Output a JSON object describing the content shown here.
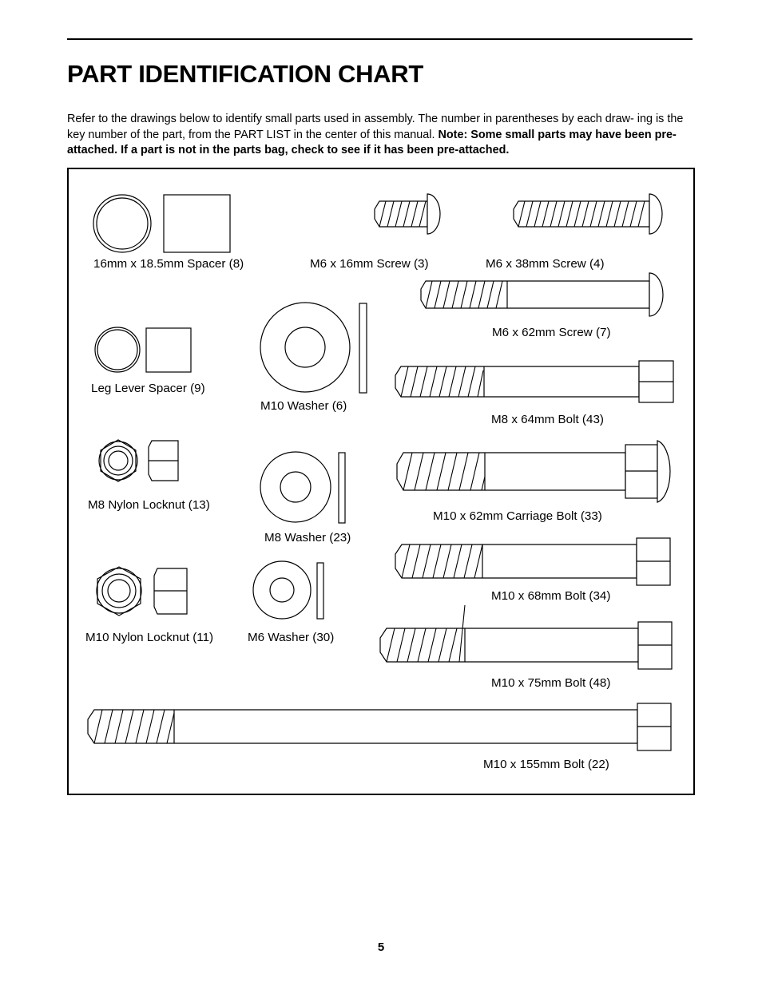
{
  "document": {
    "title": "PART IDENTIFICATION CHART",
    "page_number": "5"
  },
  "intro": {
    "line1": "Refer to the drawings below to identify small parts used in assembly. The number in parentheses by each draw-",
    "line2_plain": "ing is the key number of the part, from the PART LIST in the center of this manual. ",
    "line2_bold": "Note: Some small parts",
    "line3_bold": "may have been pre-attached. If a part is not in the parts bag, check to see if it has been pre-attached."
  },
  "parts": [
    {
      "id": "spacer-16mm-18-5mm",
      "label": "16mm x 18.5mm Spacer (8)",
      "kind": "spacer"
    },
    {
      "id": "screw-m6-16mm",
      "label": "M6 x 16mm Screw (3)",
      "kind": "screw"
    },
    {
      "id": "screw-m6-38mm",
      "label": "M6 x 38mm Screw (4)",
      "kind": "screw"
    },
    {
      "id": "screw-m6-62mm",
      "label": "M6 x 62mm Screw (7)",
      "kind": "screw"
    },
    {
      "id": "spacer-leg-lever",
      "label": "Leg Lever Spacer (9)",
      "kind": "spacer"
    },
    {
      "id": "washer-m10",
      "label": "M10 Washer (6)",
      "kind": "washer"
    },
    {
      "id": "bolt-m8-64mm",
      "label": "M8 x 64mm Bolt (43)",
      "kind": "bolt"
    },
    {
      "id": "locknut-m8-nylon",
      "label": "M8 Nylon Locknut (13)",
      "kind": "locknut"
    },
    {
      "id": "washer-m8",
      "label": "M8 Washer (23)",
      "kind": "washer"
    },
    {
      "id": "bolt-m10-62mm-carriage",
      "label": "M10 x 62mm Carriage Bolt (33)",
      "kind": "carriage-bolt"
    },
    {
      "id": "locknut-m10-nylon",
      "label": "M10 Nylon Locknut (11)",
      "kind": "locknut"
    },
    {
      "id": "washer-m6",
      "label": "M6 Washer (30)",
      "kind": "washer"
    },
    {
      "id": "bolt-m10-68mm",
      "label": "M10 x 68mm Bolt (34)",
      "kind": "bolt"
    },
    {
      "id": "bolt-m10-75mm",
      "label": "M10 x 75mm Bolt (48)",
      "kind": "bolt"
    },
    {
      "id": "bolt-m10-155mm",
      "label": "M10 x 155mm Bolt (22)",
      "kind": "bolt"
    }
  ],
  "labels": {
    "spacer_16": "16mm x 18.5mm Spacer (8)",
    "screw_m6_16": "M6 x 16mm Screw (3)",
    "screw_m6_38": "M6 x 38mm Screw (4)",
    "screw_m6_62": "M6 x 62mm Screw (7)",
    "spacer_leg_lever": "Leg Lever Spacer (9)",
    "washer_m10": "M10 Washer (6)",
    "bolt_m8_64": "M8 x 64mm Bolt (43)",
    "locknut_m8": "M8 Nylon Locknut (13)",
    "washer_m8": "M8 Washer (23)",
    "carriage_bolt_m10_62": "M10 x 62mm Carriage Bolt (33)",
    "locknut_m10": "M10 Nylon Locknut (11)",
    "washer_m6": "M6 Washer (30)",
    "bolt_m10_68": "M10 x 68mm Bolt (34)",
    "bolt_m10_75": "M10 x 75mm Bolt (48)",
    "bolt_m10_155": "M10 x 155mm Bolt (22)"
  },
  "colors": {
    "ink": "#000000",
    "paper": "#ffffff"
  }
}
